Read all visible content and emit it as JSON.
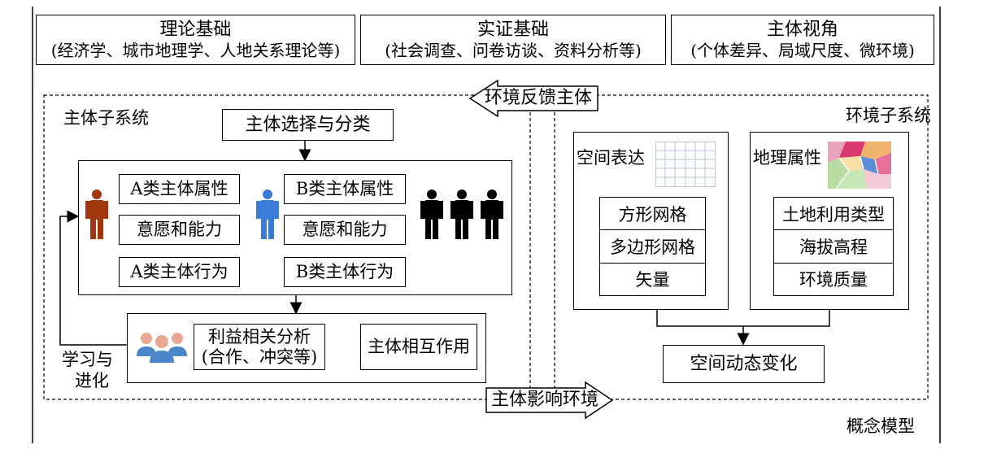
{
  "top_boxes": [
    {
      "title": "理论基础",
      "subtitle": "(经济学、城市地理学、人地关系理论等)"
    },
    {
      "title": "实证基础",
      "subtitle": "(社会调查、问卷访谈、资料分析等)"
    },
    {
      "title": "主体视角",
      "subtitle": "(个体差异、局域尺度、微环境)"
    }
  ],
  "feedback_arrow": "环境反馈主体",
  "influence_arrow": "主体影响环境",
  "agent_subsystem": {
    "label": "主体子系统",
    "selection": "主体选择与分类",
    "class_a": [
      "A类主体属性",
      "意愿和能力",
      "A类主体行为"
    ],
    "class_b": [
      "B类主体属性",
      "意愿和能力",
      "B类主体行为"
    ],
    "interaction": {
      "analysis_line1": "利益相关分析",
      "analysis_line2": "(合作、冲突等)",
      "result": "主体相互作用"
    },
    "learning_line1": "学习与",
    "learning_line2": "进化"
  },
  "env_subsystem": {
    "label": "环境子系统",
    "spatial": {
      "title": "空间表达",
      "items": [
        "方形网格",
        "多边形网格",
        "矢量"
      ]
    },
    "geo": {
      "title": "地理属性",
      "items": [
        "土地利用类型",
        "海拔高程",
        "环境质量"
      ]
    },
    "dynamic": "空间动态变化"
  },
  "footer": "概念模型",
  "colors": {
    "class_a": "#A0370F",
    "class_b": "#3A7BD5",
    "others": "#000000",
    "group": "#4A86C8",
    "skin": "#E8A990"
  }
}
